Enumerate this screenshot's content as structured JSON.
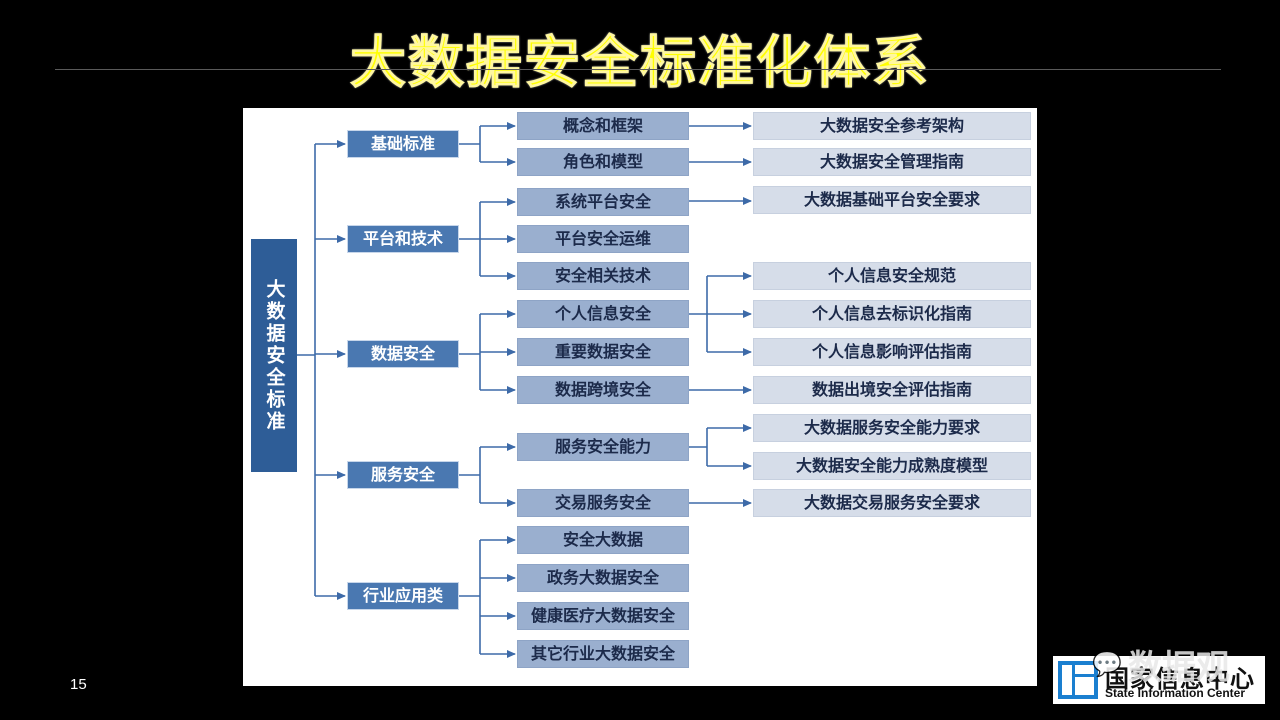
{
  "slide": {
    "title": "大数据安全标准化体系",
    "page_number": "15"
  },
  "diagram": {
    "root": "大数据安全标准",
    "categories": [
      {
        "label": "基础标准",
        "items": [
          {
            "label": "概念和框架",
            "standards": [
              "大数据安全参考架构"
            ]
          },
          {
            "label": "角色和模型",
            "standards": [
              "大数据安全管理指南"
            ]
          }
        ]
      },
      {
        "label": "平台和技术",
        "items": [
          {
            "label": "系统平台安全",
            "standards": [
              "大数据基础平台安全要求"
            ]
          },
          {
            "label": "平台安全运维",
            "standards": []
          },
          {
            "label": "安全相关技术",
            "standards": []
          }
        ]
      },
      {
        "label": "数据安全",
        "items": [
          {
            "label": "个人信息安全",
            "standards": [
              "个人信息安全规范",
              "个人信息去标识化指南",
              "个人信息影响评估指南"
            ]
          },
          {
            "label": "重要数据安全",
            "standards": []
          },
          {
            "label": "数据跨境安全",
            "standards": [
              "数据出境安全评估指南"
            ]
          }
        ]
      },
      {
        "label": "服务安全",
        "items": [
          {
            "label": "服务安全能力",
            "standards": [
              "大数据服务安全能力要求",
              "大数据安全能力成熟度模型"
            ]
          },
          {
            "label": "交易服务安全",
            "standards": [
              "大数据交易服务安全要求"
            ]
          }
        ]
      },
      {
        "label": "行业应用类",
        "items": [
          {
            "label": "安全大数据",
            "standards": []
          },
          {
            "label": "政务大数据安全",
            "standards": []
          },
          {
            "label": "健康医疗大数据安全",
            "standards": []
          },
          {
            "label": "其它行业大数据安全",
            "standards": []
          }
        ]
      }
    ]
  },
  "watermark": {
    "text": "数据观",
    "icon": "wechat-bubble-icon"
  },
  "logo": {
    "name_cn": "国家信息中心",
    "name_en": "State Information Center",
    "icon": "sic-emblem-icon"
  },
  "colors": {
    "background": "#000000",
    "title": "#ffff00",
    "root_box": "#2e5d97",
    "category_box": "#4a78b1",
    "item_box": "#9aafcf",
    "standard_box": "#d6dde9",
    "connector": "#3d6aa8"
  }
}
